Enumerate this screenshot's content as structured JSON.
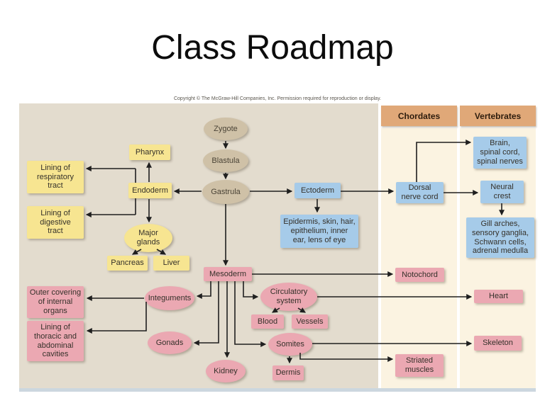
{
  "slide": {
    "title": "Class Roadmap",
    "copyright": "Copyright © The McGraw-Hill Companies, Inc. Permission required for reproduction or display."
  },
  "columns": {
    "chordates": "Chordates",
    "vertebrates": "Vertebrates"
  },
  "colors": {
    "embryo_stage_tan": "#cfc1a7",
    "endoderm_yellow": "#f7e591",
    "ectoderm_blue": "#a6cbe9",
    "mesoderm_pink": "#eba8b2",
    "column_header_orange": "#e0a878",
    "main_background": "#e3dcce",
    "column_background": "#fbf3e1",
    "connector_black": "#1f1f1f"
  },
  "nodes": {
    "zygote": {
      "label": "Zygote"
    },
    "blastula": {
      "label": "Blastula"
    },
    "gastrula": {
      "label": "Gastrula"
    },
    "pharynx": {
      "label": "Pharynx"
    },
    "endoderm": {
      "label": "Endoderm"
    },
    "lining_respiratory": {
      "label": "Lining of\nrespiratory\ntract"
    },
    "lining_digestive": {
      "label": "Lining of\ndigestive\ntract"
    },
    "major_glands": {
      "label": "Major\nglands"
    },
    "pancreas": {
      "label": "Pancreas"
    },
    "liver": {
      "label": "Liver"
    },
    "ectoderm": {
      "label": "Ectoderm"
    },
    "epidermis": {
      "label": "Epidermis, skin, hair,\nepithelium, inner\near, lens of eye"
    },
    "dorsal_nerve_cord": {
      "label": "Dorsal\nnerve cord"
    },
    "brain": {
      "label": "Brain,\nspinal cord,\nspinal nerves"
    },
    "neural_crest": {
      "label": "Neural\ncrest"
    },
    "gill_arches": {
      "label": "Gill arches,\nsensory ganglia,\nSchwann cells,\nadrenal medulla"
    },
    "mesoderm": {
      "label": "Mesoderm"
    },
    "notochord": {
      "label": "Notochord"
    },
    "heart": {
      "label": "Heart"
    },
    "integuments": {
      "label": "Integuments"
    },
    "outer_covering": {
      "label": "Outer covering\nof internal\norgans"
    },
    "lining_thoracic": {
      "label": "Lining of\nthoracic and\nabdominal\ncavities"
    },
    "gonads": {
      "label": "Gonads"
    },
    "circulatory_system": {
      "label": "Circulatory\nsystem"
    },
    "blood": {
      "label": "Blood"
    },
    "vessels": {
      "label": "Vessels"
    },
    "somites": {
      "label": "Somites"
    },
    "kidney": {
      "label": "Kidney"
    },
    "dermis": {
      "label": "Dermis"
    },
    "skeleton": {
      "label": "Skeleton"
    },
    "striated_muscles": {
      "label": "Striated\nmuscles"
    }
  }
}
